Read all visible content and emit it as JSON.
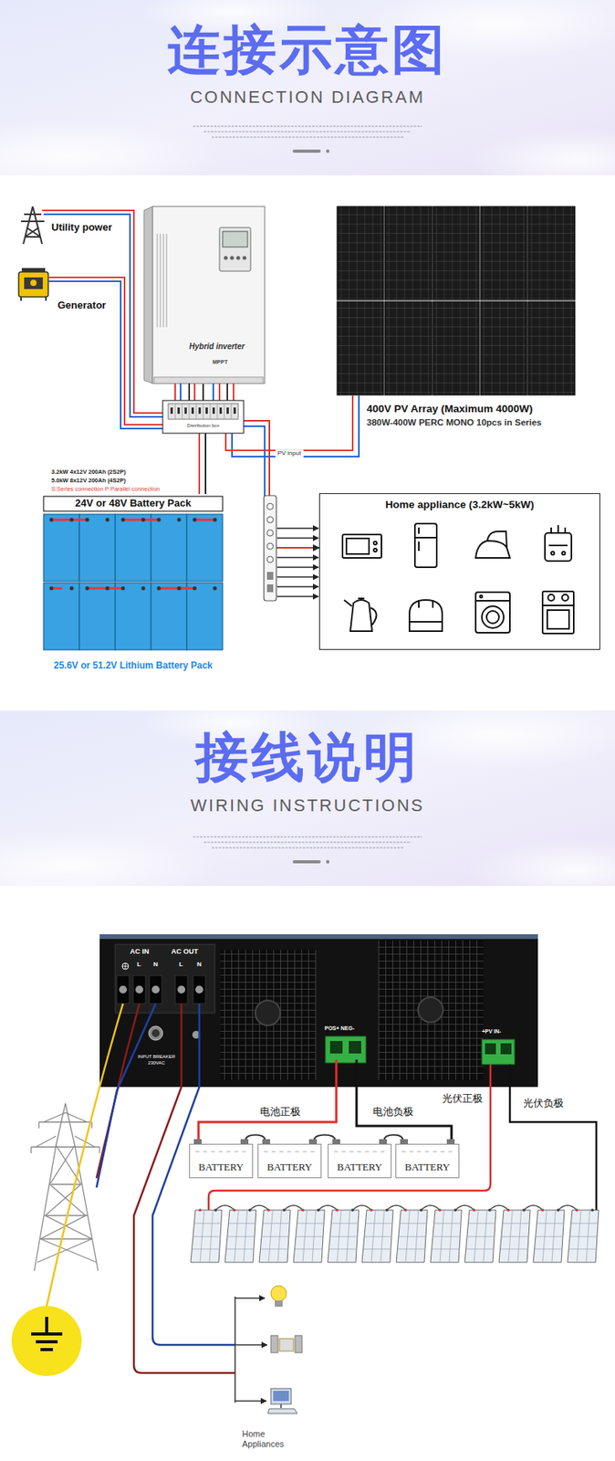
{
  "diagram": {
    "nodes": [
      {
        "text": [
          "连接示意图",
          "CONNECTION DIAGRAM"
        ]
      },
      {
        "text": [
          "Utility power"
        ]
      },
      {
        "text": [
          "Generator"
        ]
      },
      {
        "text": [
          "Hybrid inverter",
          "MPPT"
        ]
      },
      {
        "text": [
          "400V PV Array (Maximum 4000W)",
          "380W-400W PERC MONO 10pcs in Series"
        ]
      },
      {
        "text": [
          "Distribution box"
        ]
      },
      {
        "text": [
          "24V or 48V Battery Pack",
          "25.6V or 51.2V Lithium Battery Pack"
        ]
      },
      {
        "text": [
          "Home appliance (3.2kW~5kW)"
        ]
      },
      {
        "text": [
          "接线说明",
          "WIRING INSTRUCTIONS"
        ]
      },
      {
        "text": [
          "AC IN",
          "AC OUT",
          "L",
          "N",
          "L",
          "N",
          "INPUT BREAKER 230VAC",
          "POS+ NEG-",
          "+PV IN-"
        ]
      },
      {
        "text": [
          "BATTERY"
        ]
      },
      {
        "text": [
          "BATTERY"
        ]
      },
      {
        "text": [
          "BATTERY"
        ]
      },
      {
        "text": [
          "BATTERY"
        ]
      }
    ],
    "edges": [
      {
        "from": 1,
        "to": 5,
        "arrow": "none"
      },
      {
        "from": 2,
        "to": 5,
        "arrow": "none"
      },
      {
        "from": 3,
        "to": 5,
        "arrow": "none"
      },
      {
        "from": 4,
        "to": 5,
        "label": "PV input",
        "arrow": "none"
      },
      {
        "from": 6,
        "to": 5,
        "arrow": "none"
      },
      {
        "from": 5,
        "to": 7,
        "arrow": "to"
      },
      {
        "from": 9,
        "to": 10,
        "label": "电池正极",
        "arrow": "none"
      },
      {
        "from": 13,
        "to": 9,
        "label": "电池负极",
        "arrow": "none"
      },
      {
        "from": 10,
        "to": 11,
        "arrow": "none"
      },
      {
        "from": 11,
        "to": 12,
        "arrow": "none"
      },
      {
        "from": 12,
        "to": 13,
        "arrow": "none"
      }
    ],
    "labels": [
      "3.2kW 4x12V 200Ah (2S2P)",
      "5.0kW 8x12V 200Ah (4S2P)",
      "S:Series connection P:Parallel connection",
      "光伏正极",
      "光伏负极",
      "Home Appliances"
    ]
  }
}
